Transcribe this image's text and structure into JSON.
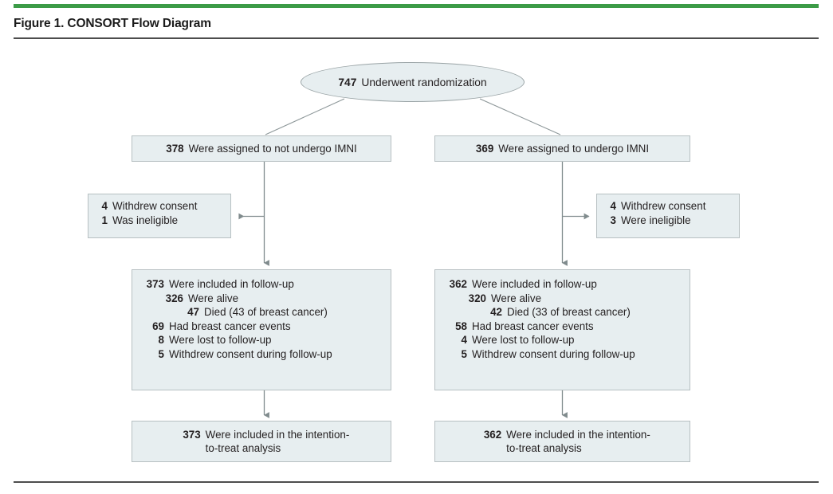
{
  "figure": {
    "title": "Figure 1. CONSORT Flow Diagram",
    "accent_green": "#3c9b47",
    "rule_color": "#4d4d4d",
    "box_fill": "#e7eef0",
    "box_border": "#b7c0c2",
    "connector_color": "#808b8d",
    "text_color": "#231f20"
  },
  "diagram": {
    "type": "consort-flow",
    "root": {
      "shape": "ellipse",
      "number": "747",
      "label": "Underwent randomization"
    },
    "arms": [
      {
        "id": "control",
        "assignment": {
          "number": "378",
          "label": "Were assigned to not undergo IMNI"
        },
        "exclusions": [
          {
            "number": "4",
            "label": "Withdrew consent"
          },
          {
            "number": "1",
            "label": "Was ineligible"
          }
        ],
        "followup": [
          {
            "number": "373",
            "label": "Were included in follow-up",
            "indent": 0
          },
          {
            "number": "326",
            "label": "Were alive",
            "indent": 1
          },
          {
            "number": "47",
            "label": "Died (43 of breast cancer)",
            "indent": 2
          },
          {
            "number": "69",
            "label": "Had breast cancer events",
            "indent": 0
          },
          {
            "number": "8",
            "label": "Were lost to follow-up",
            "indent": 0
          },
          {
            "number": "5",
            "label": "Withdrew consent during follow-up",
            "indent": 0
          }
        ],
        "analysis": {
          "number": "373",
          "line1": "Were included in the intention-",
          "line2": "to-treat analysis"
        }
      },
      {
        "id": "imni",
        "assignment": {
          "number": "369",
          "label": "Were assigned to undergo IMNI"
        },
        "exclusions": [
          {
            "number": "4",
            "label": "Withdrew consent"
          },
          {
            "number": "3",
            "label": "Were ineligible"
          }
        ],
        "followup": [
          {
            "number": "362",
            "label": "Were included in follow-up",
            "indent": 0
          },
          {
            "number": "320",
            "label": "Were alive",
            "indent": 1
          },
          {
            "number": "42",
            "label": "Died (33 of breast cancer)",
            "indent": 2
          },
          {
            "number": "58",
            "label": "Had breast cancer events",
            "indent": 0
          },
          {
            "number": "4",
            "label": "Were lost to follow-up",
            "indent": 0
          },
          {
            "number": "5",
            "label": "Withdrew consent during follow-up",
            "indent": 0
          }
        ],
        "analysis": {
          "number": "362",
          "line1": "Were included in the intention-",
          "line2": "to-treat analysis"
        }
      }
    ]
  }
}
